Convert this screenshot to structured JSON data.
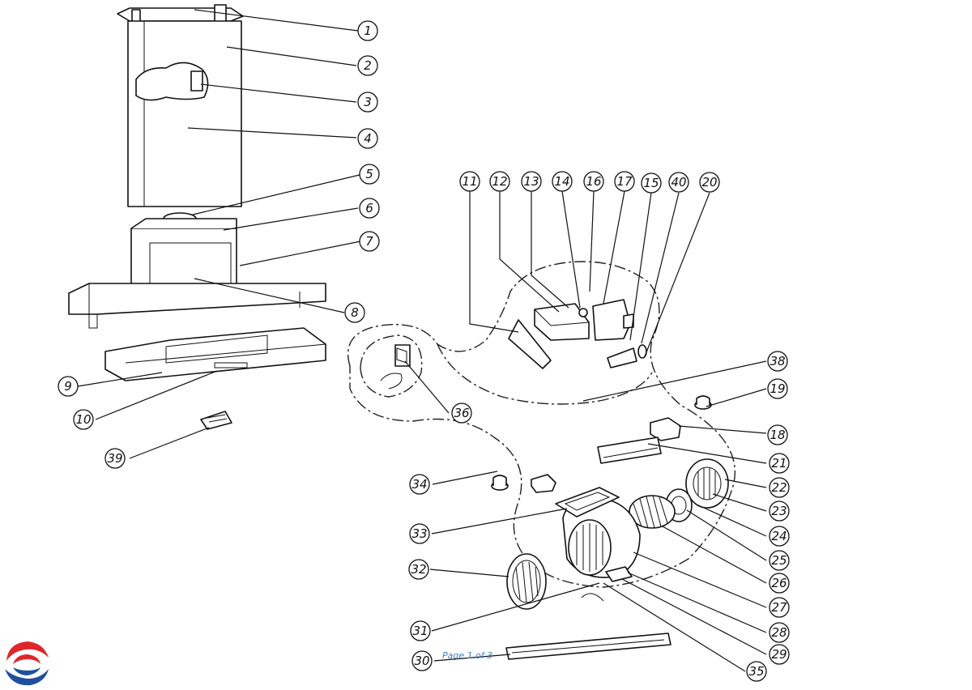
{
  "footer": {
    "page_text": "Page 1 of 3"
  },
  "callouts": [
    "1",
    "2",
    "3",
    "4",
    "5",
    "6",
    "7",
    "8",
    "9",
    "10",
    "39",
    "11",
    "12",
    "13",
    "14",
    "16",
    "17",
    "15",
    "40",
    "20",
    "38",
    "36",
    "19",
    "18",
    "21",
    "22",
    "23",
    "24",
    "25",
    "26",
    "27",
    "28",
    "29",
    "35",
    "34",
    "33",
    "32",
    "31",
    "30"
  ],
  "colors": {
    "line": "#111111",
    "footer_text": "#3b7fd0",
    "logo_red": "#e0262a",
    "logo_blue": "#1f4fa0"
  },
  "icons": {
    "logo": "brand-swirl-logo"
  }
}
